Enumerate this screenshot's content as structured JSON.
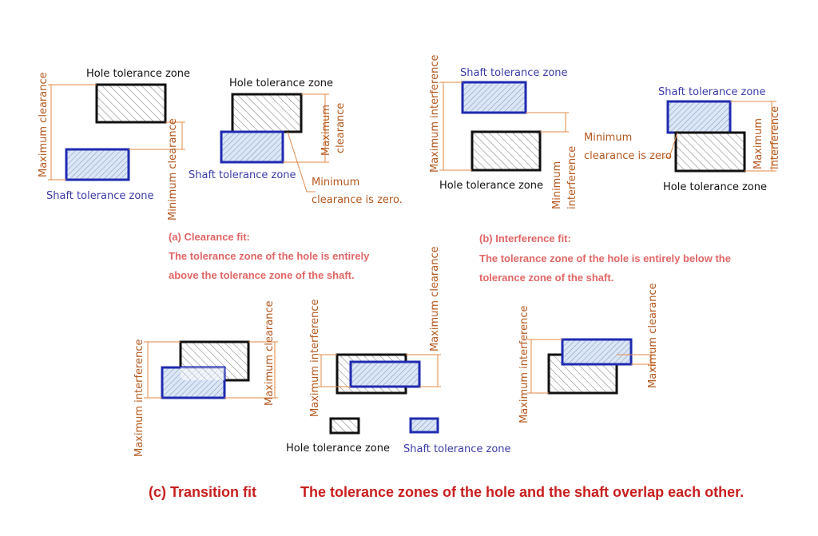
{
  "labels": {
    "hole_zone": "Hole tolerance zone",
    "shaft_zone": "Shaft tolerance zone",
    "max_clearance": "Maximum clearance",
    "min_clearance": "Minimum clearance",
    "max_clearance_line1": "Maximum",
    "max_clearance_line2": "clearance",
    "min_clearance_zero_line1": "Minimum",
    "min_clearance_zero_line2": "clearance is zero.",
    "max_interference": "Maximum interference",
    "min_interference_line1": "Minimum",
    "min_interference_line2": "interference",
    "min_clearance_is_zero_line1": "Minimum",
    "min_clearance_is_zero_line2": "clearance is zero",
    "max_interference_line1": "Maximum",
    "max_interference_line2": "interference"
  },
  "captions": {
    "a_title": "(a) Clearance fit:",
    "a_line1": "The tolerance zone of the hole is entirely",
    "a_line2": "above the tolerance zone of the shaft.",
    "b_title": "(b) Interference fit:",
    "b_line1": "The tolerance zone of the hole is entirely below the",
    "b_line2": "tolerance zone of the shaft.",
    "c_title": "(c) Transition fit",
    "c_desc": "The tolerance zones of the hole and the shaft overlap each other."
  },
  "colors": {
    "hole_stroke": "#111111",
    "shaft_stroke": "#1f2bb0",
    "dimension": "#e08a4a",
    "caption": "#e06666",
    "title": "#c81e1e"
  }
}
